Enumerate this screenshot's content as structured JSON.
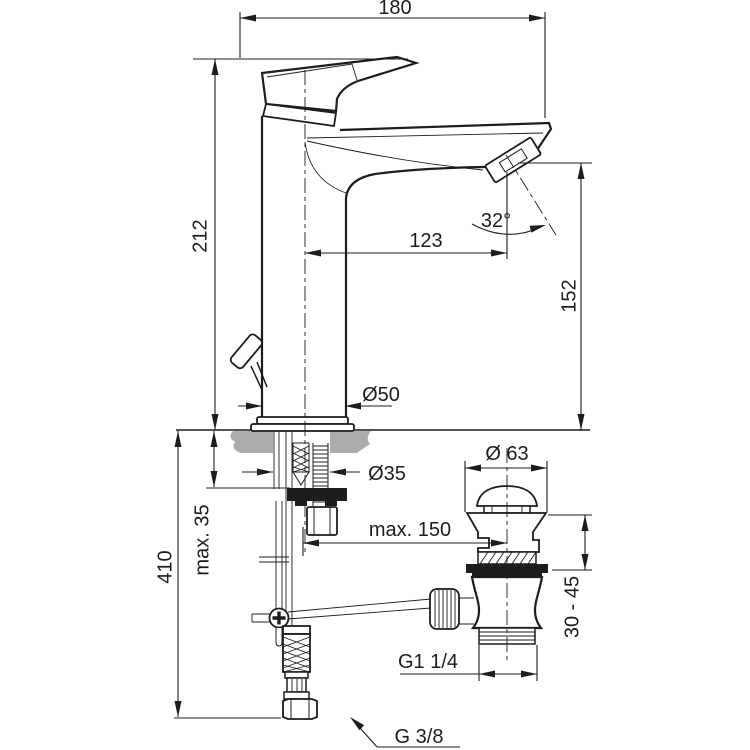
{
  "drawing": {
    "ink": "#1d1d1b",
    "surface": "#acacac",
    "labels": {
      "total_width": "180",
      "body_height": "212",
      "spout_reach": "123",
      "spray_angle": "32°",
      "spout_height": "152",
      "base_dia": "Ø50",
      "hole_dia": "Ø35",
      "deck_thickness": "max. 35",
      "install_depth": "410",
      "waste_offset": "max. 150",
      "waste_cap_dia": "Ø 63",
      "waste_clamp_range": "30 - 45",
      "waste_thread": "G1 1/4",
      "inlet_thread": "G 3/8"
    }
  }
}
